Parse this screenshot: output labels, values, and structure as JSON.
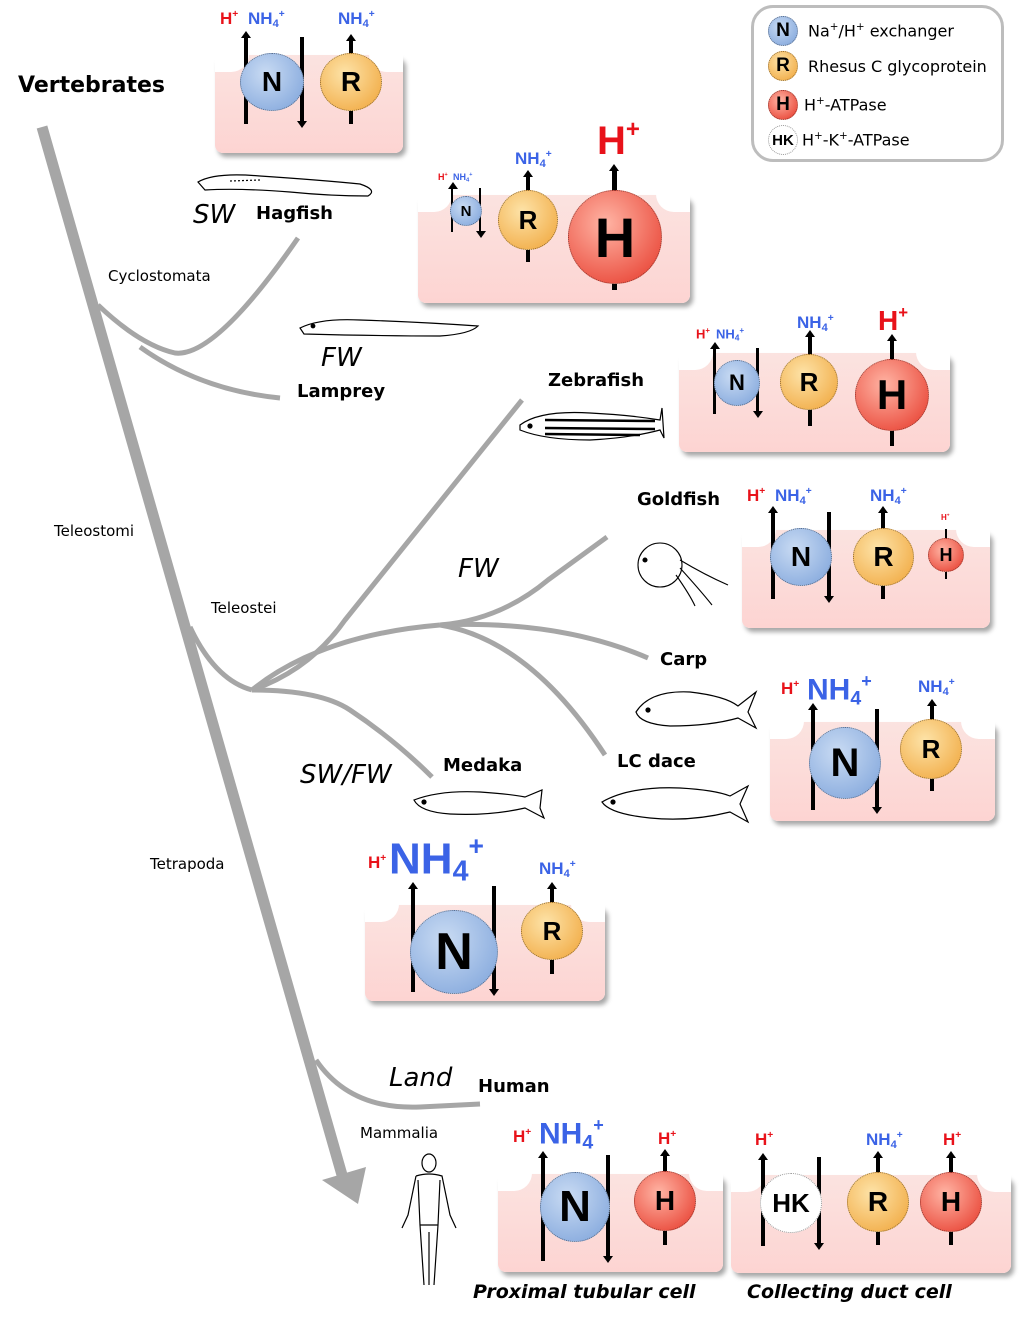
{
  "title": "Vertebrates",
  "legend": {
    "items": [
      {
        "symbol": "N",
        "label_main": "Na",
        "label_rest": "/H",
        "label_tail": " exchanger",
        "full": "Na+/H+ exchanger"
      },
      {
        "symbol": "R",
        "label": "Rhesus C glycoprotein"
      },
      {
        "symbol": "H",
        "label_a": "H",
        "label_b": "-ATPase",
        "full": "H+-ATPase"
      },
      {
        "symbol": "HK",
        "label_a": "H",
        "label_b": "-K",
        "label_c": "-ATPase",
        "full": "H+-K+-ATPase"
      }
    ]
  },
  "clades": {
    "cyclostomata": "Cyclostomata",
    "teleostomi": "Teleostomi",
    "teleostei": "Teleostei",
    "tetrapoda": "Tetrapoda",
    "mammalia": "Mammalia"
  },
  "environments": {
    "hagfish": "SW",
    "lamprey": "FW",
    "cyprinids": "FW",
    "medaka": "SW/FW",
    "human": "Land"
  },
  "species": {
    "hagfish": "Hagfish",
    "lamprey": "Lamprey",
    "zebrafish": "Zebrafish",
    "goldfish": "Goldfish",
    "carp": "Carp",
    "lcdace": "LC dace",
    "medaka": "Medaka",
    "human": "Human"
  },
  "ions": {
    "h": "H",
    "plus": "+",
    "nh": "NH",
    "four": "4"
  },
  "proteins": {
    "N": "N",
    "R": "R",
    "H": "H",
    "HK": "HK"
  },
  "cell_labels": {
    "proximal": "Proximal tubular cell",
    "collecting": "Collecting duct cell"
  },
  "colors": {
    "proton": "#e8121a",
    "ammonium": "#3b63e6",
    "tree": "#a6a6a6",
    "nhe": "#8fb0e0",
    "rhcg": "#f3b353",
    "vatpase": "#ec5546",
    "cell": "#fdd4d2"
  }
}
